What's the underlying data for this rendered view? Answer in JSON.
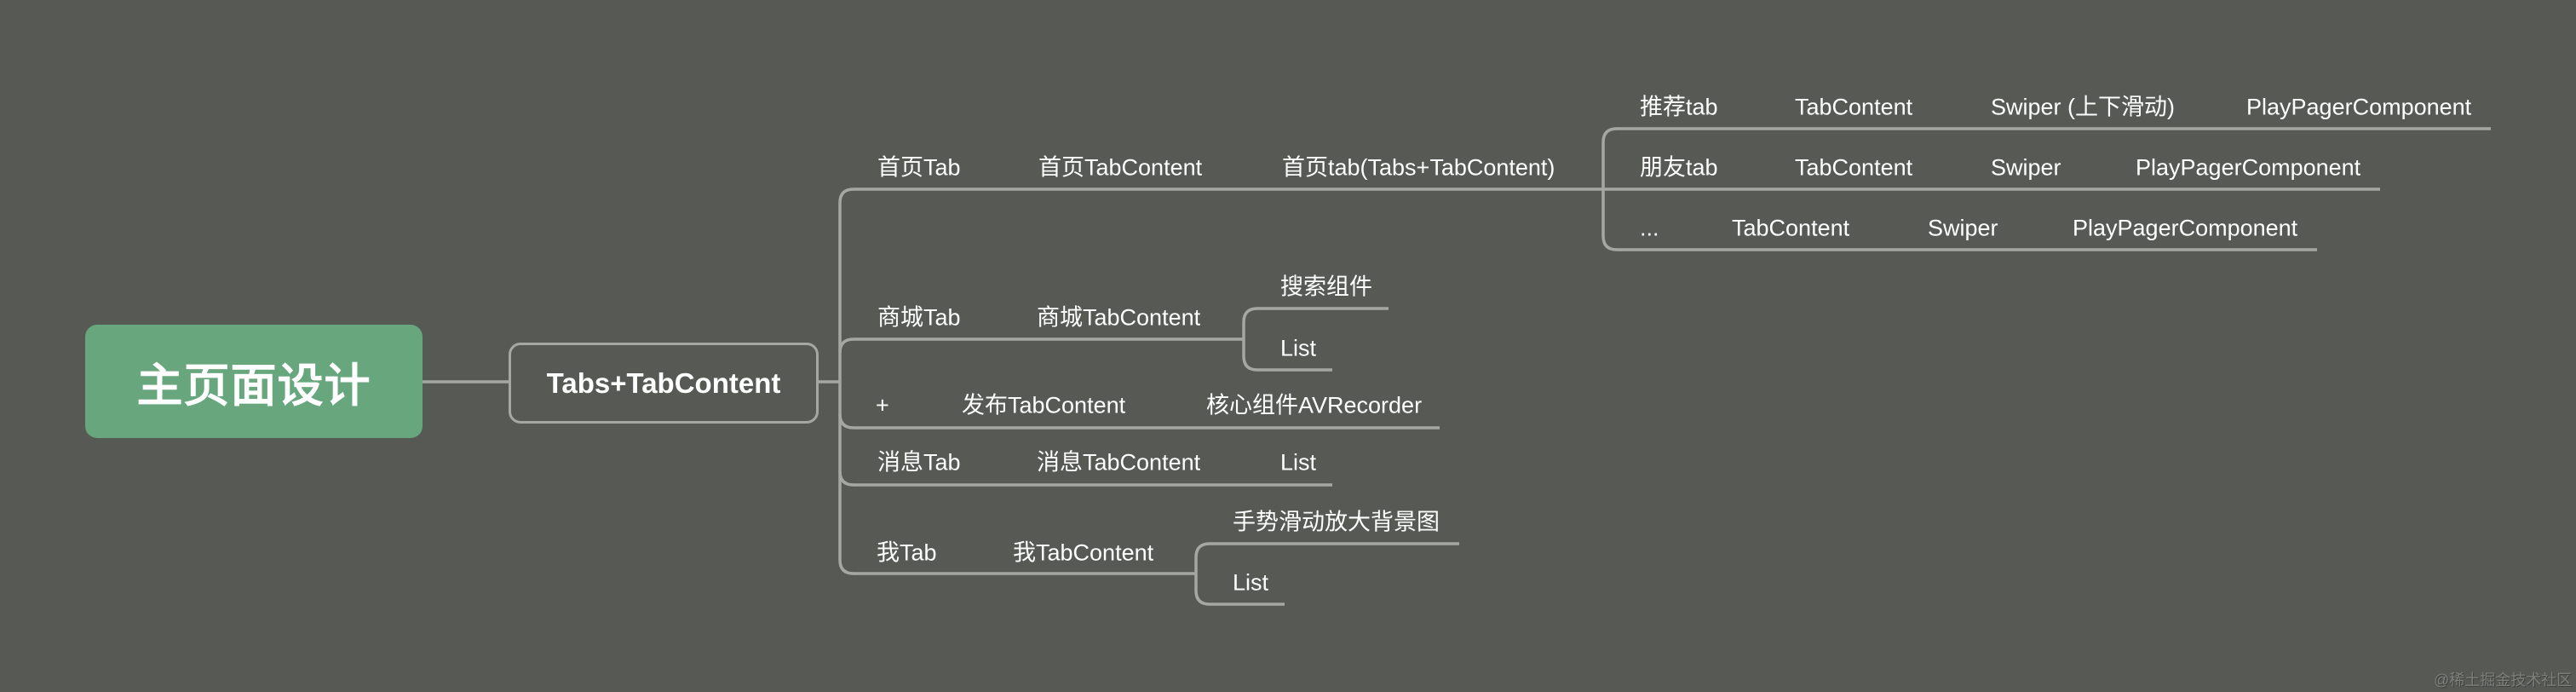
{
  "mindmap": {
    "root": {
      "label": "主页面设计",
      "color": "#68a67d"
    },
    "main": {
      "label": "Tabs+TabContent"
    },
    "branches": [
      {
        "tab": "首页Tab",
        "content": "首页TabContent",
        "children": [
          {
            "label": "首页tab(Tabs+TabContent)",
            "children": [
              {
                "cells": [
                  "推荐tab",
                  "TabContent",
                  "Swiper (上下滑动)",
                  "PlayPagerComponent"
                ]
              },
              {
                "cells": [
                  "朋友tab",
                  "TabContent",
                  "Swiper",
                  "PlayPagerComponent"
                ]
              },
              {
                "cells": [
                  "...",
                  "TabContent",
                  "Swiper",
                  "PlayPagerComponent"
                ]
              }
            ]
          }
        ]
      },
      {
        "tab": "商城Tab",
        "content": "商城TabContent",
        "children": [
          {
            "label": "搜索组件"
          },
          {
            "label": "List"
          }
        ]
      },
      {
        "tab": "+",
        "content": "发布TabContent",
        "children": [
          {
            "label": "核心组件AVRecorder"
          }
        ]
      },
      {
        "tab": "消息Tab",
        "content": "消息TabContent",
        "children": [
          {
            "label": "List"
          }
        ]
      },
      {
        "tab": "我Tab",
        "content": "我TabContent",
        "children": [
          {
            "label": "手势滑动放大背景图"
          },
          {
            "label": "List"
          }
        ]
      }
    ]
  },
  "colors": {
    "background": "#575955",
    "line": "#a6a7a3",
    "text": "#ffffff"
  },
  "watermark": "@稀土掘金技术社区"
}
